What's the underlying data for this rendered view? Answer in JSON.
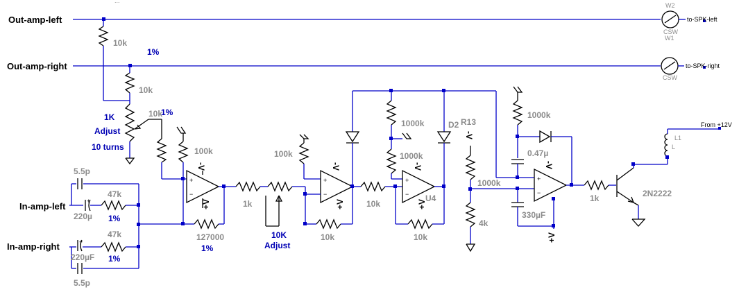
{
  "nets": {
    "out_amp_left": "Out-amp-left",
    "out_amp_right": "Out-amp-right",
    "in_amp_left": "In-amp-left",
    "in_amp_right": "In-amp-right",
    "to_spk_left": "to-SPK-left",
    "to_spk_right": "to-SPK-right",
    "from_12v": "From +12V"
  },
  "switches": {
    "w2": "W2",
    "w1": "W1",
    "csw": "CSW"
  },
  "values": {
    "r_out_left": "10k",
    "r_out_right": "10k",
    "tol_1": "1%",
    "pot_1k": "1K",
    "adjust": "Adjust",
    "turns": "10 turns",
    "r_pot_tap": "10k",
    "tol_2": "1%",
    "c_5p5_top": "5.5p",
    "r_47k_left": "47k",
    "c_220u": "220µ",
    "tol_3": "1%",
    "r_47k_right": "47k",
    "c_220uF": "220µF",
    "tol_4": "1%",
    "c_5p5_bottom": "5.5p",
    "r_100k_1": "100k",
    "r_127000": "127000",
    "tol_5": "1%",
    "r_1k_1": "1k",
    "pot_10k": "10K",
    "adjust_2": "Adjust",
    "r_100k_2": "100k",
    "r_10k_fb1": "10k",
    "r_10k_in2": "10k",
    "r_1000k_a": "1000k",
    "r_1000k_b": "1000k",
    "d2": "D2",
    "r13": "R13",
    "u4": "U4",
    "r_10k_fb2": "10k",
    "r_1000k_c": "1000k",
    "r_4k": "4k",
    "r_1000k_d": "1000k",
    "c_047u": "0.47µ",
    "c_330uF": "330µF",
    "r_1k_2": "1k",
    "q_2n2222": "2N2222",
    "l1": "L1",
    "l": "L"
  },
  "power": {
    "neg": "-V",
    "pos": "+V"
  }
}
